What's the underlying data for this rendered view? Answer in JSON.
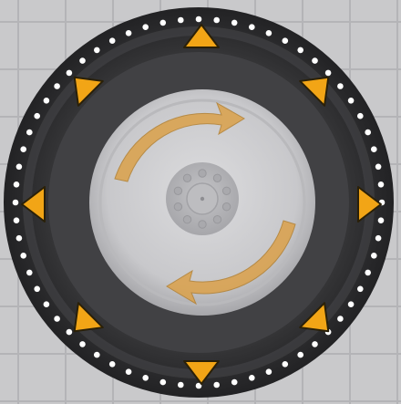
{
  "scene": {
    "name": "tire-rotation-control",
    "colors": {
      "background": "#c9c9cb",
      "grid_line": "#b4b4b7",
      "tire_outer": "#2c2c2e",
      "tire_tread": "#48484b",
      "rim_base": "#d2d2d4",
      "hub": "#b5b5b8",
      "arrow_fill": "#f2a516",
      "arrow_stroke": "#2a2008",
      "rotate_arrow_fill": "#d9a04a",
      "stud": "#ffffff"
    },
    "stud_count": 64,
    "direction_arrows": [
      {
        "name": "nudge-arrow-up-icon",
        "angle_deg": 0
      },
      {
        "name": "nudge-arrow-up-right-icon",
        "angle_deg": 45
      },
      {
        "name": "nudge-arrow-right-icon",
        "angle_deg": 90
      },
      {
        "name": "nudge-arrow-down-right-icon",
        "angle_deg": 135
      },
      {
        "name": "nudge-arrow-down-icon",
        "angle_deg": 180
      },
      {
        "name": "nudge-arrow-down-left-icon",
        "angle_deg": 225
      },
      {
        "name": "nudge-arrow-left-icon",
        "angle_deg": 270
      },
      {
        "name": "nudge-arrow-up-left-icon",
        "angle_deg": 315
      }
    ],
    "rotate_icon": "rotate-arrows-icon"
  }
}
